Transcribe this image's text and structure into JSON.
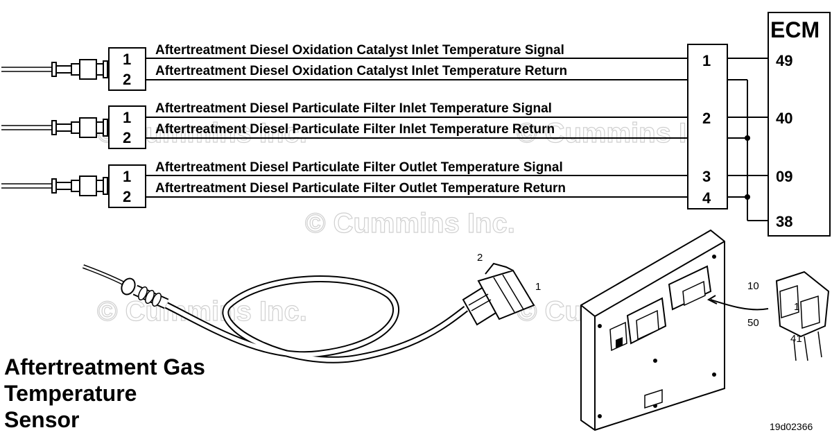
{
  "ecm": {
    "title": "ECM",
    "pins": [
      "49",
      "40",
      "09",
      "38"
    ]
  },
  "sensors": [
    {
      "pins": [
        "1",
        "2"
      ],
      "signal": "Aftertreatment Diesel Oxidation Catalyst Inlet Temperature Signal",
      "return": "Aftertreatment Diesel Oxidation Catalyst Inlet Temperature Return"
    },
    {
      "pins": [
        "1",
        "2"
      ],
      "signal": "Aftertreatment Diesel Particulate Filter Inlet Temperature Signal",
      "return": "Aftertreatment Diesel Particulate Filter Inlet Temperature Return"
    },
    {
      "pins": [
        "1",
        "2"
      ],
      "signal": "Aftertreatment Diesel Particulate Filter Outlet Temperature Signal",
      "return": "Aftertreatment Diesel Particulate Filter Outlet Temperature Return"
    }
  ],
  "harness_connector": {
    "pins": [
      "1",
      "2",
      "3",
      "4"
    ]
  },
  "sensor_callouts": [
    "2",
    "1"
  ],
  "ecm_callouts": [
    "10",
    "1",
    "50",
    "41"
  ],
  "component_title": [
    "Aftertreatment Gas",
    "Temperature",
    "Sensor"
  ],
  "watermark": "© Cummins Inc.",
  "figure_id": "19d02366"
}
